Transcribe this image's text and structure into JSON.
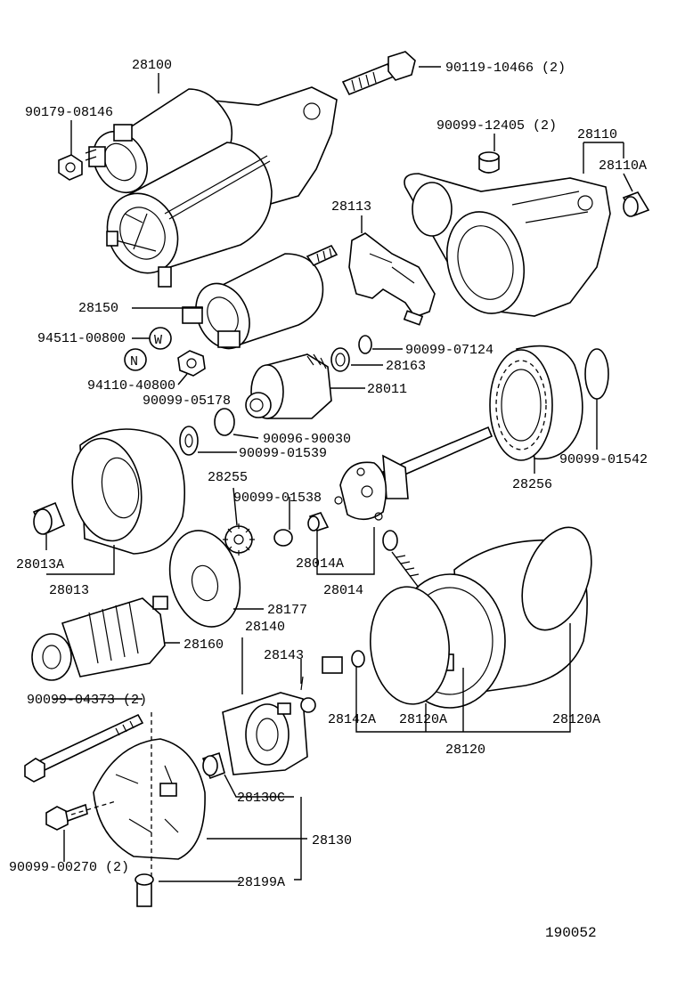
{
  "diagram_id": "190052",
  "labels": {
    "p28100": "28100",
    "p90119_10466": "90119-10466 (2)",
    "p90179_08146": "90179-08146",
    "p90099_12405": "90099-12405 (2)",
    "p28110": "28110",
    "p28110A": "28110A",
    "p28113": "28113",
    "p28150": "28150",
    "p94511_00800": "94511-00800",
    "p94110_40800": "94110-40800",
    "p90099_05178": "90099-05178",
    "p90099_07124": "90099-07124",
    "p28163": "28163",
    "p28011": "28011",
    "p90096_90030": "90096-90030",
    "p90099_01539": "90099-01539",
    "p90099_01542": "90099-01542",
    "p28256": "28256",
    "p28255": "28255",
    "p90099_01538": "90099-01538",
    "p28013A": "28013A",
    "p28013": "28013",
    "p28014A": "28014A",
    "p28014": "28014",
    "p28177": "28177",
    "p28160": "28160",
    "p28140": "28140",
    "p28143": "28143",
    "p90099_04373": "90099-04373 (2)",
    "p28142A": "28142A",
    "p28120A_inner": "28120A",
    "p28120A_outer": "28120A",
    "p28120": "28120",
    "p28130C": "28130C",
    "p28130": "28130",
    "p90099_00270": "90099-00270 (2)",
    "p28199A": "28199A",
    "marker_W": "W",
    "marker_N": "N"
  }
}
